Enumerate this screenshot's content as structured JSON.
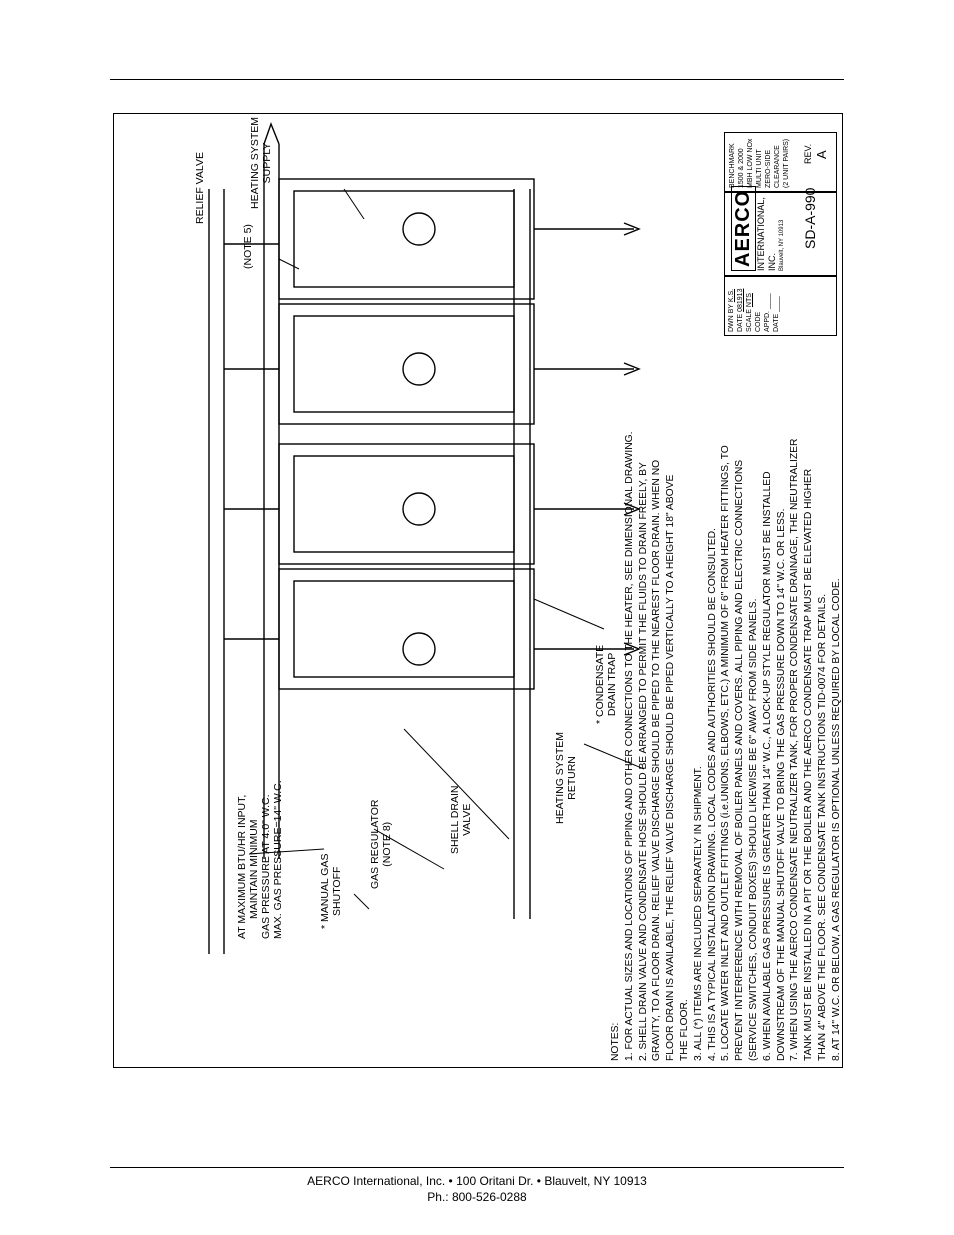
{
  "drawing": {
    "labels": {
      "gas_input": [
        "AT MAXIMUM BTU/HR INPUT,",
        "MAINTAIN MINIMUM",
        "GAS PRESSURE AT 4.0\" W.C.",
        "MAX. GAS PRESSURE=14\" W.C."
      ],
      "manual_gas_shutoff": [
        "* MANUAL GAS",
        "SHUTOFF"
      ],
      "gas_regulator": [
        "GAS REGULATOR",
        "(NOTE 8)"
      ],
      "shell_drain": [
        "SHELL DRAIN",
        "VALVE"
      ],
      "heating_return": [
        "HEATING SYSTEM",
        "RETURN"
      ],
      "condensate_trap": [
        "* CONDENSATE",
        "DRAIN TRAP"
      ],
      "relief_valve": "RELIEF VALVE",
      "note5": "(NOTE 5)",
      "heating_supply": [
        "HEATING SYSTEM",
        "SUPPLY"
      ]
    },
    "notes_title": "NOTES:",
    "notes": [
      "1. FOR ACTUAL SIZES AND LOCATIONS OF PIPING AND OTHER CONNECTIONS TO THE HEATER, SEE DIMENSIONAL DRAWING.",
      "2. SHELL DRAIN VALVE AND CONDENSATE HOSE SHOULD BE ARRANGED TO PERMIT THE FLUIDS TO DRAIN FREELY, BY",
      "    GRAVITY, TO A FLOOR DRAIN. RELIEF VALVE DISCHARGE SHOULD BE PIPED TO THE NEAREST FLOOR DRAIN. WHEN NO",
      "    FLOOR DRAIN IS AVAILABLE, THE RELIEF VALVE DISCHARGE SHOULD BE PIPED VERTICALLY TO A HEIGHT 18\" ABOVE",
      "    THE FLOOR.",
      "3. ALL (*) ITEMS ARE INCLUDED SEPARATELY IN SHIPMENT.",
      "4. THIS IS A TYPICAL INSTALLATION DRAWING. LOCAL CODES AND AUTHORITIES SHOULD BE CONSULTED.",
      "5. LOCATE WATER INLET AND OUTLET FITTINGS (i.e.UNIONS, ELBOWS, ETC.) A MINIMUM OF 6\" FROM HEATER FITTINGS, TO",
      "    PREVENT INTERFERENCE WITH REMOVAL OF BOILER PANELS AND COVERS. ALL PIPING AND ELECTRIC CONNECTIONS",
      "    (SERVICE SWITCHES, CONDUIT BOXES) SHOULD LIKEWISE BE 6\" AWAY FROM SIDE PANELS.",
      "6. WHEN AVAILABLE GAS PRESSURE IS GREATER THAN 14\" W.C., A LOCK-UP STYLE REGULATOR MUST BE INSTALLED",
      "    DOWNSTREAM OF THE MANUAL SHUTOFF VALVE TO BRING THE GAS PRESSURE DOWN TO 14\" W.C. OR LESS.",
      "7. WHEN USING THE AERCO CONDENSATE NEUTRALIZER TANK, FOR PROPER CONDENSATE DRAINAGE, THE NEUTRALIZER",
      "    TANK MUST BE INSTALLED IN A PIT OR THE BOILER AND THE AERCO CONDENSATE TRAP MUST BE ELEVATED HIGHER",
      "    THAN 4\" ABOVE THE FLOOR. SEE CONDENSATE TANK INSTRUCTIONS TID-0074 FOR DETAILS.",
      "8. AT 14\" W.C. OR BELOW, A GAS REGULATOR IS OPTIONAL UNLESS REQUIRED BY LOCAL CODE."
    ],
    "title_block": {
      "dwn_by_label": "DWN BY",
      "dwn_by": "K.S.",
      "date_label": "DATE",
      "dwn_date": "081913",
      "scale_label": "SCALE",
      "scale": "NTS",
      "code_label": "CODE",
      "appd_label": "APPD.",
      "logo": "AERCO",
      "company": "INTERNATIONAL, INC.",
      "address": "Blauvelt, NY 10913",
      "title": [
        "BENCHMARK 1500 & 2000 MBH LOW NOx",
        "MULTI UNIT ZERO-SIDE CLEARANCE",
        "(2 UNIT PAIRS)"
      ],
      "drawing_number": "SD-A-990",
      "rev_label": "REV.",
      "rev": "A"
    }
  },
  "footer": {
    "line1": "AERCO International, Inc. • 100 Oritani Dr. •  Blauvelt, NY 10913",
    "line2": "Ph.: 800-526-0288"
  }
}
